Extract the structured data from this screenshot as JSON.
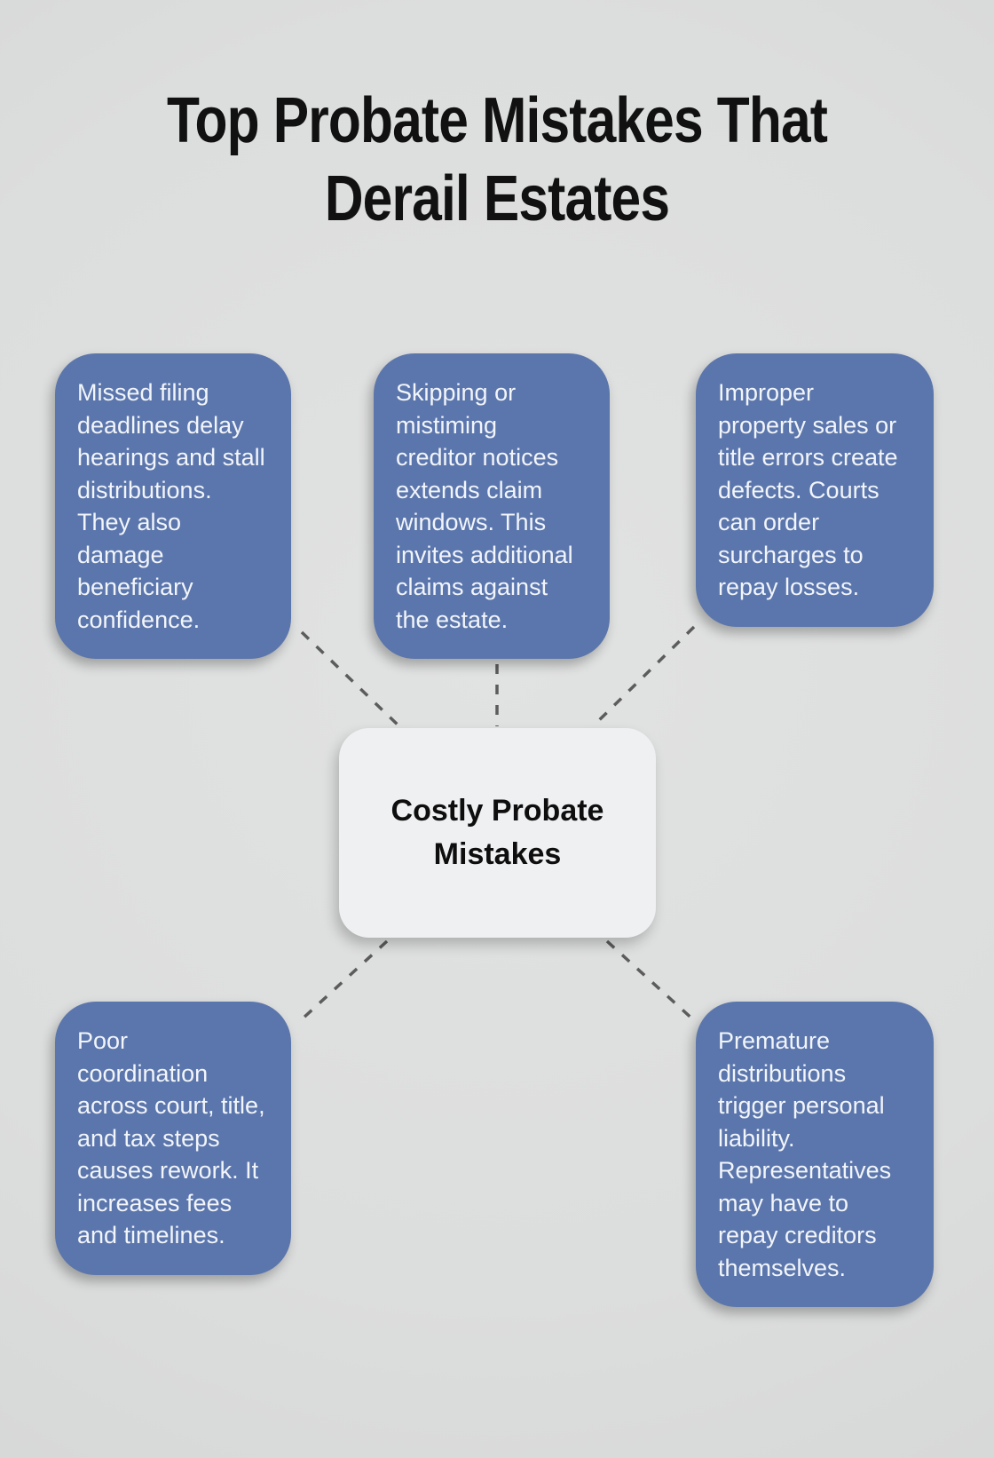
{
  "title": "Top Probate Mistakes That\nDerail Estates",
  "center": {
    "label": "Costly Probate\nMistakes"
  },
  "cards": [
    {
      "id": "missed-filing-deadlines",
      "position": "top-left",
      "text": "Missed filing\ndeadlines delay\nhearings and stall\ndistributions.\nThey also\ndamage\nbeneficiary\nconfidence."
    },
    {
      "id": "creditor-notices",
      "position": "top-center",
      "text": "Skipping or\nmistiming\ncreditor notices\nextends claim\nwindows. This\ninvites additional\nclaims against\nthe estate."
    },
    {
      "id": "improper-property-sales",
      "position": "top-right",
      "text": "Improper\nproperty sales or\ntitle errors create\ndefects. Courts\ncan order\nsurcharges to\nrepay losses."
    },
    {
      "id": "poor-coordination",
      "position": "bottom-left",
      "text": "Poor\ncoordination\nacross court, title,\nand tax steps\ncauses rework. It\nincreases fees\nand timelines."
    },
    {
      "id": "premature-distributions",
      "position": "bottom-right",
      "text": "Premature\ndistributions\ntrigger personal\nliability.\nRepresentatives\nmay have to\nrepay creditors\nthemselves."
    }
  ],
  "colors": {
    "background": "#dcdddd",
    "card_fill": "#5b76ac",
    "card_text": "#f2f5fa",
    "center_fill": "#eff0f2",
    "center_text": "#0e0e0e",
    "connector": "#5c5c5c",
    "title_text": "#111111"
  }
}
